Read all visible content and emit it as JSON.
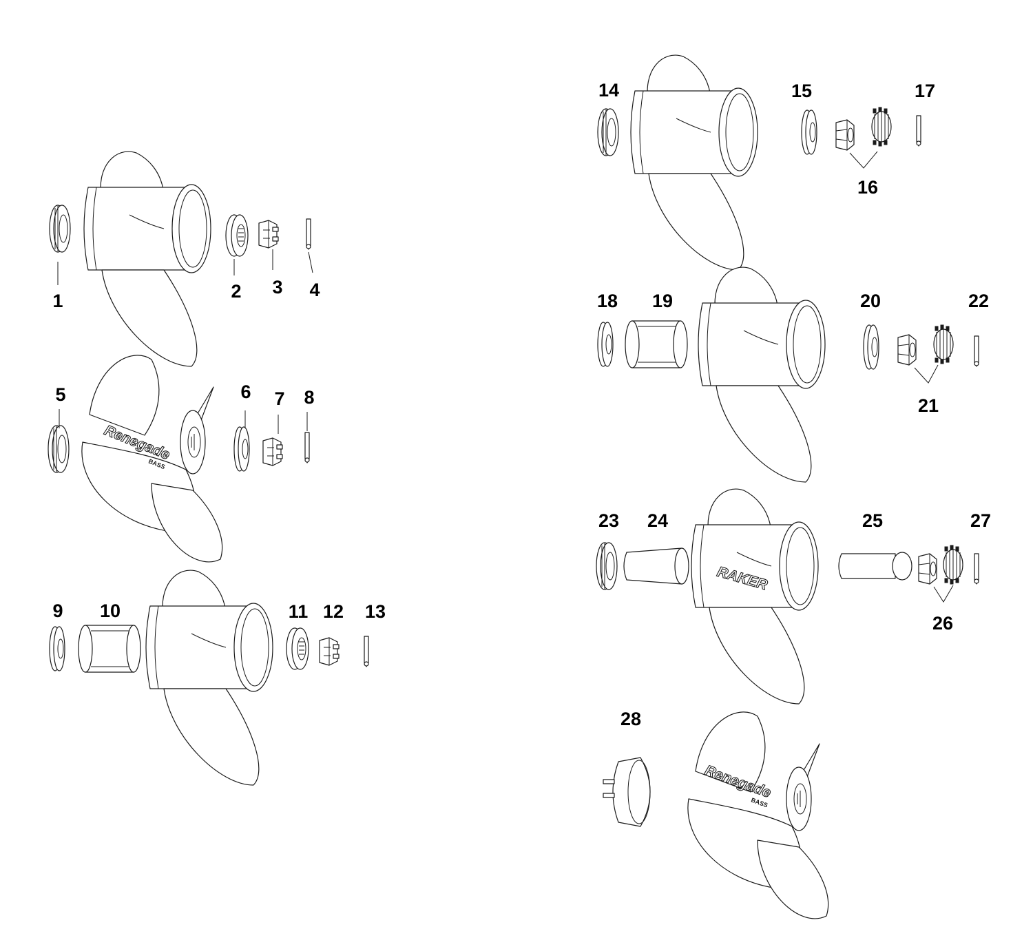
{
  "diagram": {
    "callouts": [
      "1",
      "2",
      "3",
      "4",
      "5",
      "6",
      "7",
      "8",
      "9",
      "10",
      "11",
      "12",
      "13",
      "14",
      "15",
      "16",
      "17",
      "18",
      "19",
      "20",
      "21",
      "22",
      "23",
      "24",
      "25",
      "26",
      "27",
      "28"
    ],
    "logos": {
      "renegade": "Renegade",
      "renegade_sub": "BASS",
      "raker": "RAKER"
    }
  }
}
